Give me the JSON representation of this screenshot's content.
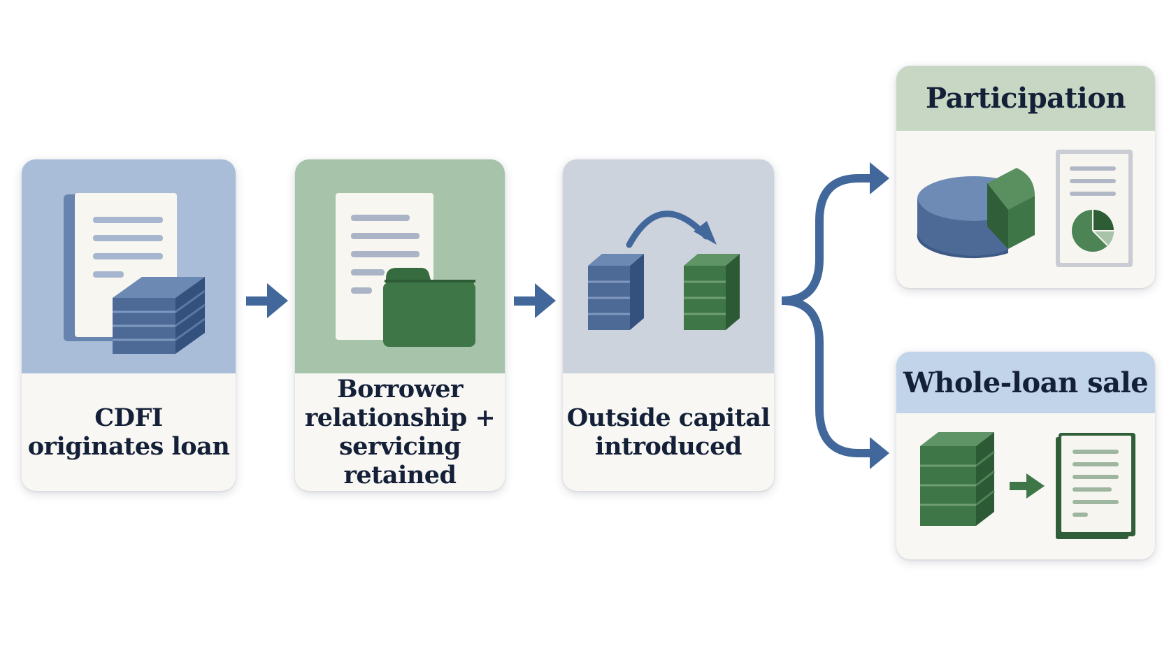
{
  "steps": [
    {
      "label": "CDFI\noriginates loan",
      "color": "#a9bdd8",
      "icon": "loan-document-stack-icon"
    },
    {
      "label": "Borrower\nrelationship +\nservicing retained",
      "color": "#a7c4aa",
      "icon": "document-folder-icon"
    },
    {
      "label": "Outside capital\nintroduced",
      "color": "#cdd3dd",
      "icon": "capital-transfer-icon"
    }
  ],
  "outcomes": [
    {
      "title": "Participation",
      "color": "#c7d7c3",
      "icon": "pie-share-icon"
    },
    {
      "title": "Whole-loan sale",
      "color": "#c2d4ea",
      "icon": "stack-to-document-icon"
    }
  ],
  "colors": {
    "blue": "#4d6a97",
    "blue_dark": "#3a5580",
    "green": "#3f7648",
    "green_dark": "#2f5e38",
    "arrow": "#41679b",
    "paper": "#f6f5f0"
  }
}
